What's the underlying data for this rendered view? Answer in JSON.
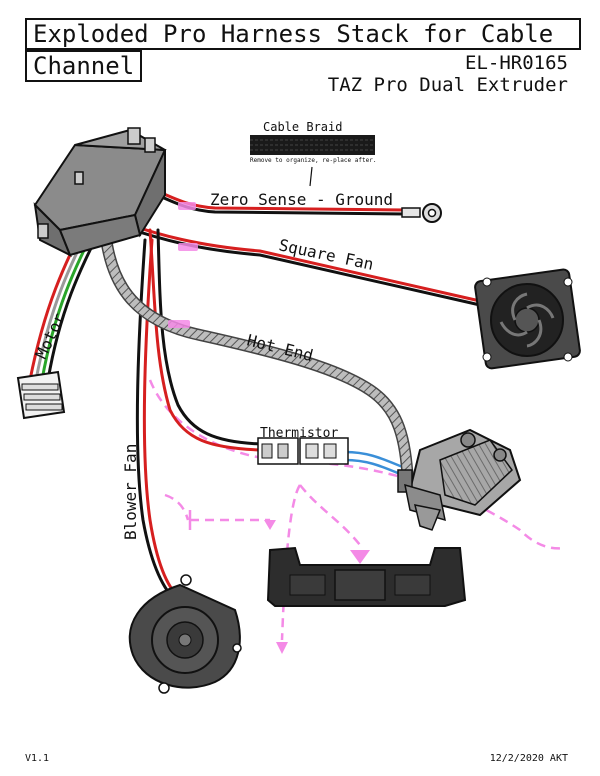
{
  "header": {
    "title_line1": "Exploded Pro Harness Stack for Cable",
    "title_line2": "Channel",
    "part_number": "EL-HR0165",
    "subtitle": "TAZ Pro Dual Extruder"
  },
  "labels": {
    "cable_braid": "Cable Braid",
    "cable_braid_note": "Remove to organize, re-place after.",
    "zero_sense": "Zero Sense - Ground",
    "square_fan": "Square Fan",
    "hot_end": "Hot End",
    "motor": "Motor",
    "thermistor": "Thermistor",
    "blower_fan": "Blower Fan"
  },
  "footer": {
    "version": "V1.1",
    "date": "12/2/2020 AKT"
  },
  "colors": {
    "wire_red": "#d61f1f",
    "wire_black": "#111111",
    "wire_green": "#2aa52a",
    "wire_gray": "#9a9a9a",
    "wire_blue": "#3a8fd8",
    "guide_pink": "#f48ae6",
    "part_gray": "#8b8b8b",
    "bracket_dark": "#2d2d2d"
  }
}
